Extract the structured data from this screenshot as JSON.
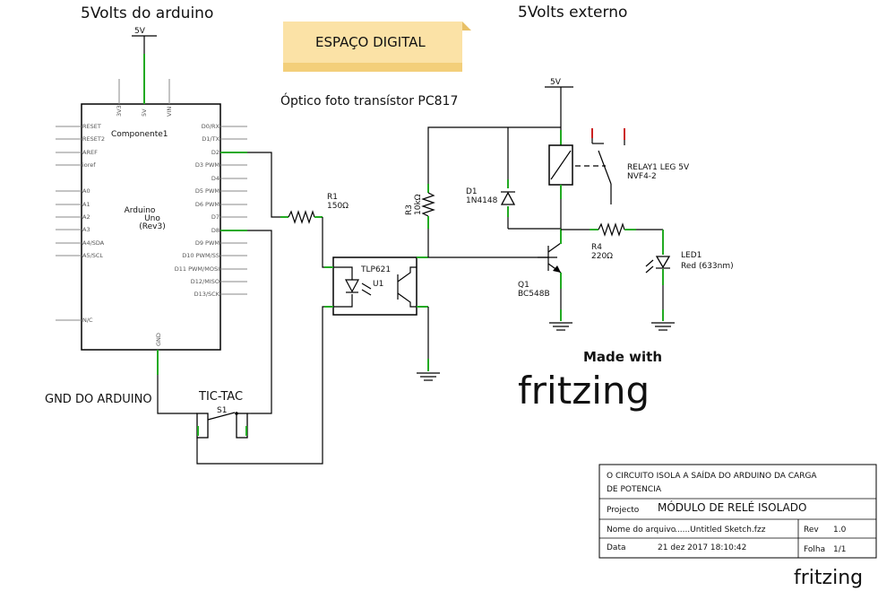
{
  "headings": {
    "left": "5Volts do arduino",
    "right": "5Volts externo",
    "gnd": "GND DO ARDUINO",
    "optic": "Óptico foto transístor PC817"
  },
  "banner": "ESPAÇO DIGITAL",
  "arduino": {
    "title": "Componente1",
    "name": [
      "Arduino",
      "Uno",
      "(Rev3)"
    ],
    "left_pins": [
      "RESET",
      "RESET2",
      "AREF",
      "ioref",
      "A0",
      "A1",
      "A2",
      "A3",
      "A4/SDA",
      "A5/SCL",
      "N/C"
    ],
    "right_pins": [
      "D0/RX",
      "D1/TX",
      "D2",
      "D3 PWM",
      "D4",
      "D5 PWM",
      "D6 PWM",
      "D7",
      "D8",
      "D9 PWM",
      "D10 PWM/SS",
      "D11 PWM/MOSI",
      "D12/MISO",
      "D13/SCK"
    ],
    "top_pins": [
      "3V3",
      "5V",
      "VIN"
    ],
    "bottom_pin": "GND"
  },
  "supply": {
    "left": "5V",
    "right": "5V"
  },
  "r1": {
    "ref": "R1",
    "value": "150Ω"
  },
  "opto": {
    "name": "TLP621",
    "ref": "U1"
  },
  "r3": {
    "ref": "R3",
    "value": "10kΩ"
  },
  "d1": {
    "ref": "D1",
    "value": "1N4148"
  },
  "relay": {
    "ref": "RELAY1 LEG 5V",
    "value": "NVF4-2"
  },
  "r4": {
    "ref": "R4",
    "value": "220Ω"
  },
  "q1": {
    "ref": "Q1",
    "value": "BC548B"
  },
  "led1": {
    "ref": "LED1",
    "value": "Red (633nm)"
  },
  "switch": {
    "name": "TIC-TAC",
    "ref": "S1"
  },
  "made_with": "Made with",
  "fritzing": "fritzing",
  "title_block": {
    "description_line1": "O CIRCUITO ISOLA A SAÍDA DO ARDUINO DA CARGA",
    "description_line2": "DE POTENCIA",
    "project_label": "Projecto",
    "project_value": "MÓDULO DE RELÉ ISOLADO",
    "file_label": "Nome do arquivo",
    "file_value": "......Untitled Sketch.fzz",
    "rev_label": "Rev",
    "rev_value": "1.0",
    "date_label": "Data",
    "date_value": "21 dez 2017 18:10:42",
    "sheet_label": "Folha",
    "sheet_value": "1/1"
  },
  "footer_logo": "fritzing"
}
